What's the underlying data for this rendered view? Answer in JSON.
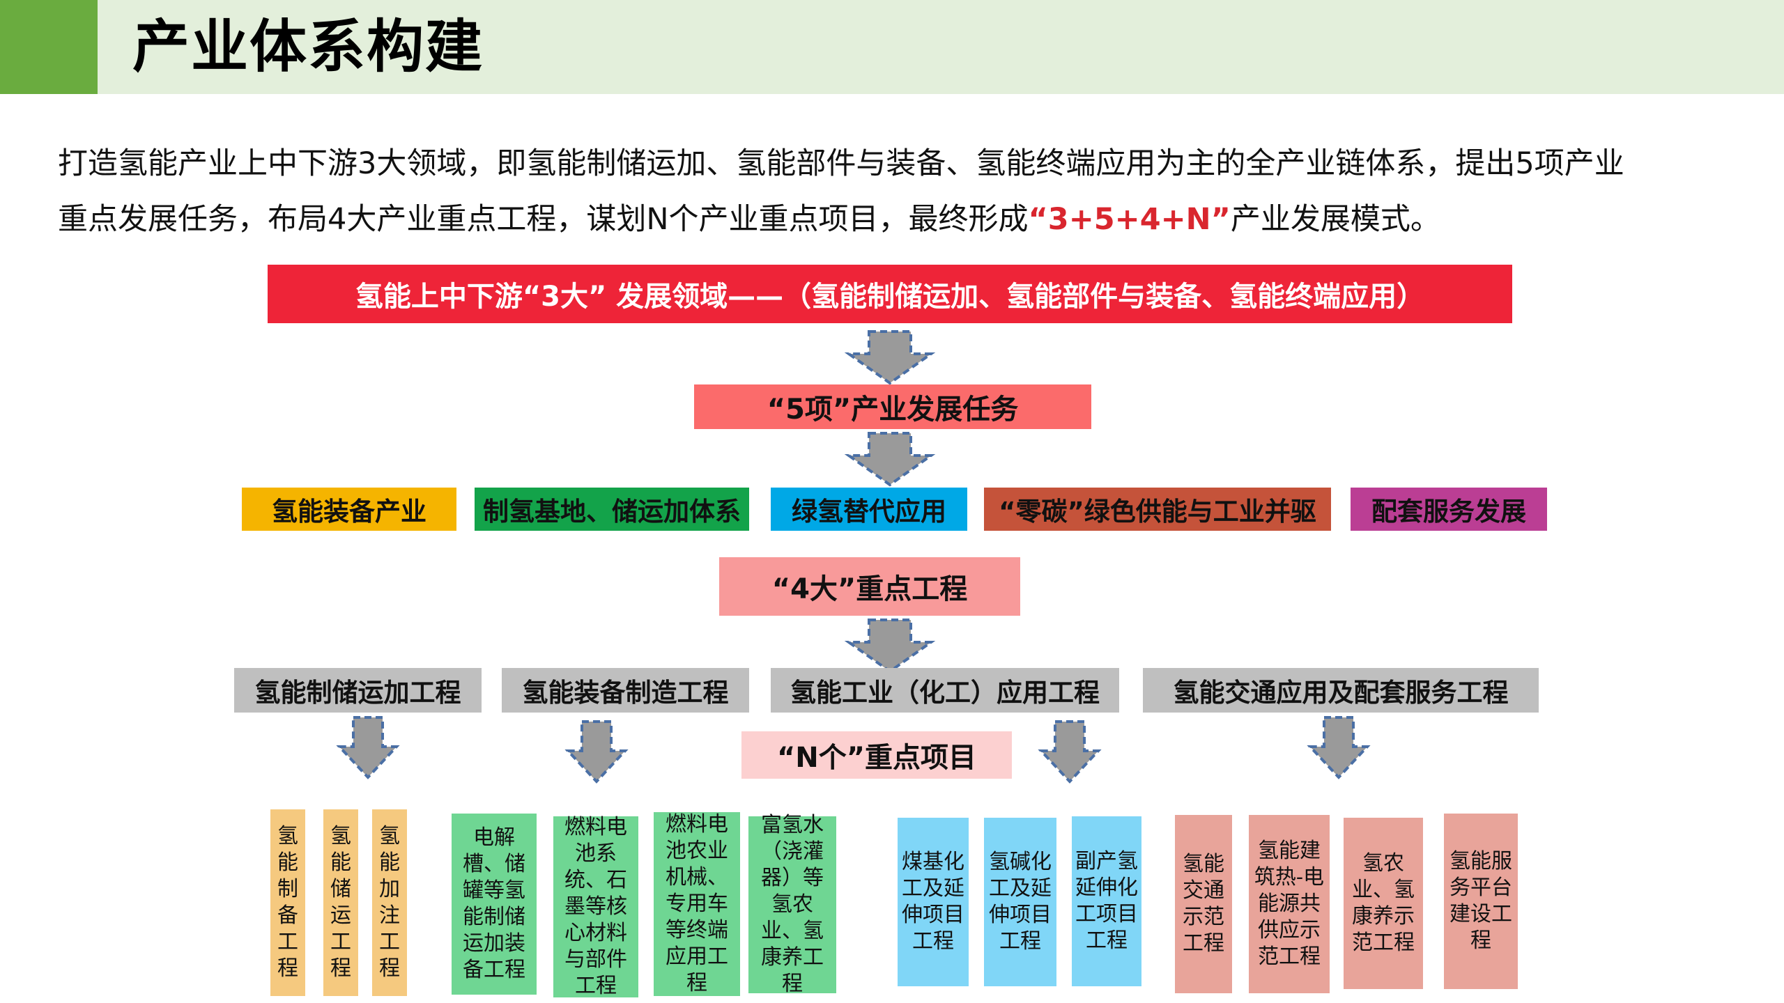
{
  "page": {
    "title": "产业体系构建"
  },
  "intro": {
    "line1": "打造氢能产业上中下游3大领域，即氢能制储运加、氢能部件与装备、氢能终端应用为主的全产业链体系，提出5项产业",
    "line2_prefix": "重点发展任务，布局4大产业重点工程，谋划N个产业重点项目，最终形成",
    "highlight": "“3+5+4+N”",
    "line2_suffix": "产业发展模式。"
  },
  "diagram": {
    "top_box": "氢能上中下游“3大” 发展领域——（氢能制储运加、氢能部件与装备、氢能终端应用）",
    "tasks_box": "“5项”产业发展任务",
    "tasks": [
      {
        "label": "氢能装备产业",
        "color": "#f5b400"
      },
      {
        "label": "制氢基地、储运加体系",
        "color": "#13a34a"
      },
      {
        "label": "绿氢替代应用",
        "color": "#00a8e6"
      },
      {
        "label": "“零碳”绿色供能与工业并驱",
        "color": "#c5533a"
      },
      {
        "label": "配套服务发展",
        "color": "#bb3e94"
      }
    ],
    "projects_box": "“4大”重点工程",
    "projects": [
      "氢能制储运加工程",
      "氢能装备制造工程",
      "氢能工业（化工）应用工程",
      "氢能交通应用及配套服务工程"
    ],
    "n_box": "“N个”重点项目",
    "colors": {
      "orange": "#f5c97f",
      "green": "#6fd693",
      "blue": "#80d6f7",
      "pink": "#e8a49a",
      "arrow": "#9a9a9a",
      "arrow_border": "#4a6fa5"
    },
    "groups": [
      {
        "items": [
          "氢能制备工程",
          "氢能储运工程",
          "氢能加注工程"
        ]
      },
      {
        "items": [
          "电解槽、储罐等氢能制储运加装备工程",
          "燃料电池系统、石墨等核心材料与部件工程",
          "燃料电池农业机械、专用车等终端应用工程",
          "富氢水（浇灌器）等氢农业、氢康养工程"
        ]
      },
      {
        "items": [
          "煤基化工及延伸项目工程",
          "氢碱化工及延伸项目工程",
          "副产氢延伸化工项目工程"
        ]
      },
      {
        "items": [
          "氢能交通示范工程",
          "氢能建筑热-电能源共供应示范工程",
          "氢农业、氢康养示范工程",
          "氢能服务平台建设工程"
        ]
      }
    ]
  }
}
